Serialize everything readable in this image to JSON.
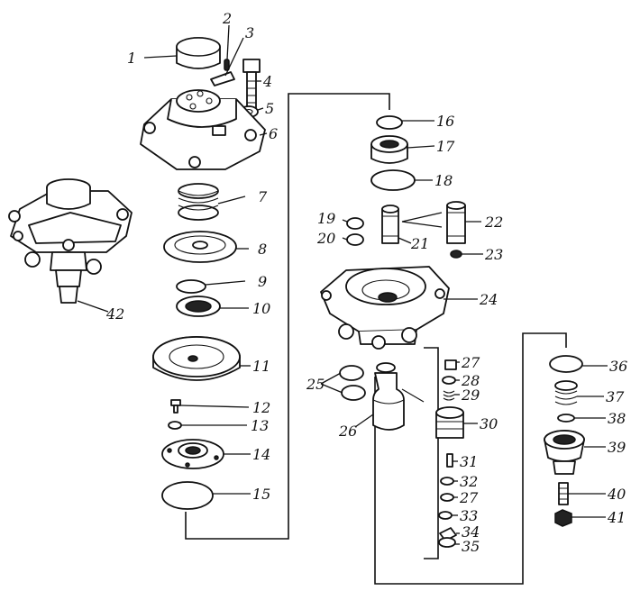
{
  "parts": {
    "p1": "1",
    "p2": "2",
    "p3": "3",
    "p4": "4",
    "p5": "5",
    "p6": "6",
    "p7": "7",
    "p8": "8",
    "p9": "9",
    "p10": "10",
    "p11": "11",
    "p12": "12",
    "p13": "13",
    "p14": "14",
    "p15": "15",
    "p16": "16",
    "p17": "17",
    "p18": "18",
    "p19": "19",
    "p20": "20",
    "p21": "21",
    "p22": "22",
    "p23": "23",
    "p24": "24",
    "p25": "25",
    "p26": "26",
    "p27": "27",
    "p27b": "27",
    "p28": "28",
    "p29": "29",
    "p30": "30",
    "p31": "31",
    "p32": "32",
    "p33": "33",
    "p34": "34",
    "p35": "35",
    "p36": "36",
    "p37": "37",
    "p38": "38",
    "p39": "39",
    "p40": "40",
    "p41": "41",
    "p42": "42"
  }
}
